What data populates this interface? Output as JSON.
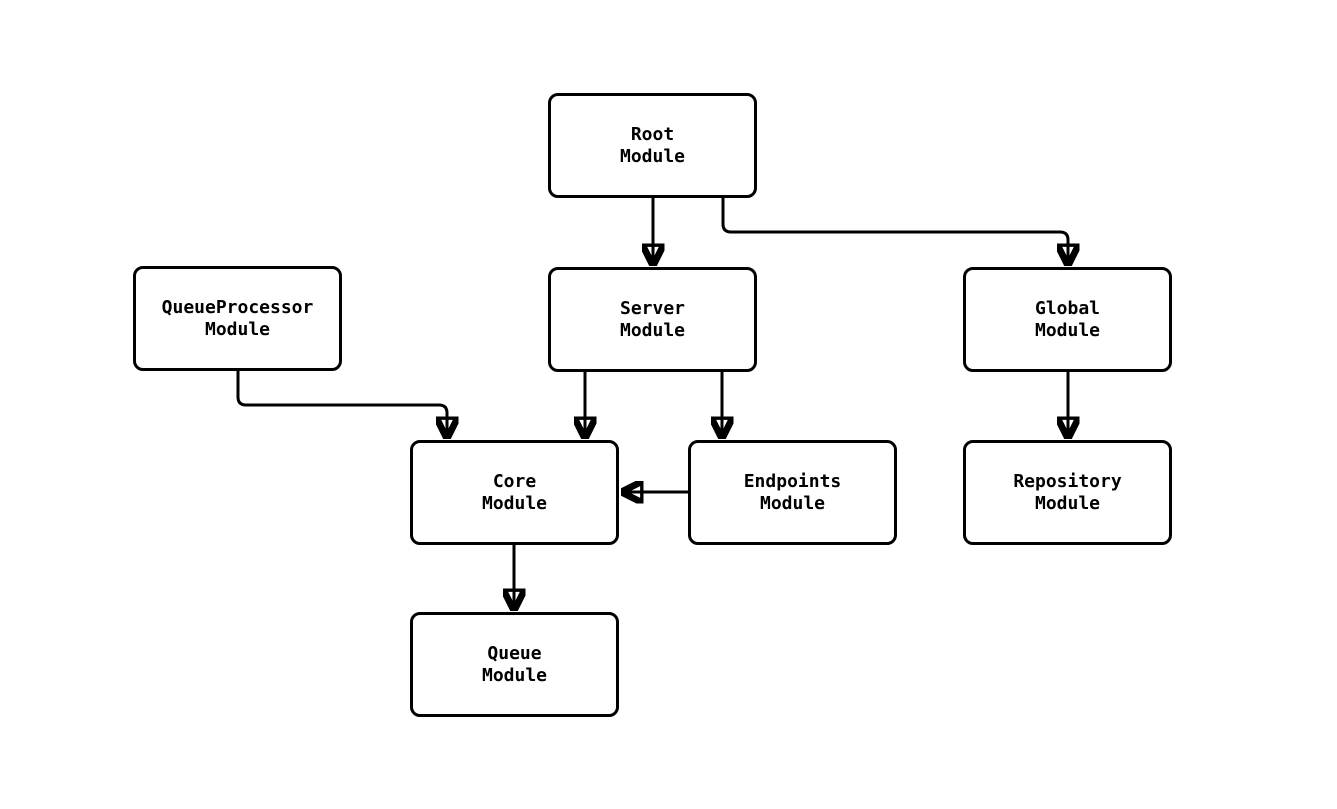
{
  "diagram": {
    "type": "module-dependency-flowchart",
    "background_color": "#ffffff",
    "stroke_color": "#000000",
    "nodes": {
      "root": {
        "line1": "Root",
        "line2": "Module"
      },
      "queueprocessor": {
        "line1": "QueueProcessor",
        "line2": "Module"
      },
      "server": {
        "line1": "Server",
        "line2": "Module"
      },
      "global": {
        "line1": "Global",
        "line2": "Module"
      },
      "core": {
        "line1": "Core",
        "line2": "Module"
      },
      "endpoints": {
        "line1": "Endpoints",
        "line2": "Module"
      },
      "repository": {
        "line1": "Repository",
        "line2": "Module"
      },
      "queue": {
        "line1": "Queue",
        "line2": "Module"
      }
    },
    "edges": [
      {
        "from": "Root Module",
        "to": "Server Module"
      },
      {
        "from": "Root Module",
        "to": "Global Module"
      },
      {
        "from": "QueueProcessor Module",
        "to": "Core Module"
      },
      {
        "from": "Server Module",
        "to": "Core Module"
      },
      {
        "from": "Server Module",
        "to": "Endpoints Module"
      },
      {
        "from": "Endpoints Module",
        "to": "Core Module"
      },
      {
        "from": "Global Module",
        "to": "Repository Module"
      },
      {
        "from": "Core Module",
        "to": "Queue Module"
      }
    ]
  }
}
